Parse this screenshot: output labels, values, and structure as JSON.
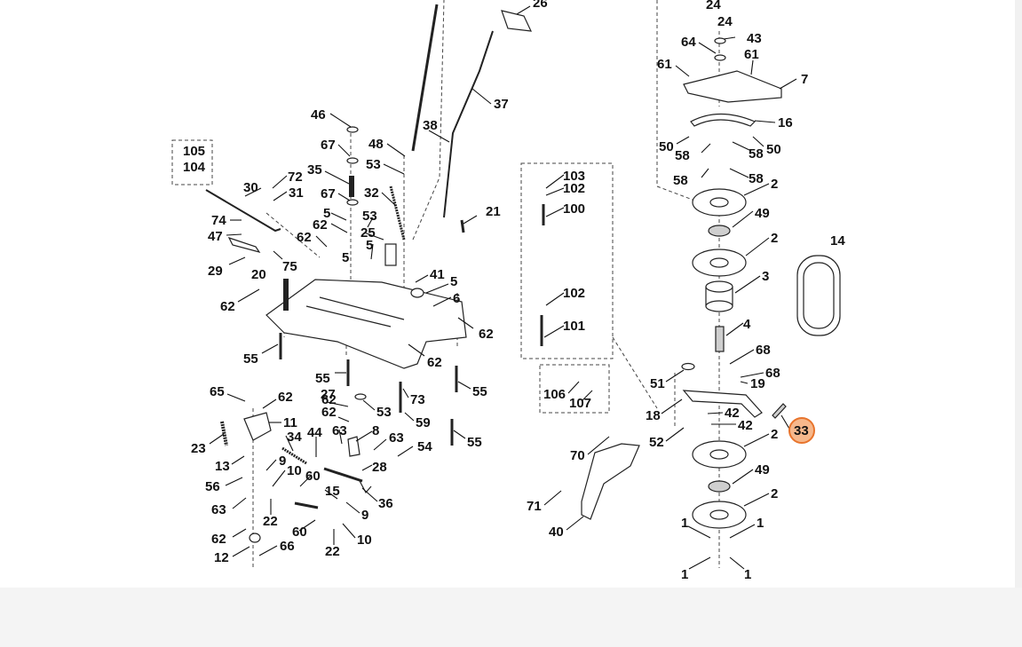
{
  "diagram": {
    "highlighted_part": "33",
    "labels": [
      "26",
      "24",
      "24",
      "64",
      "43",
      "61",
      "61",
      "7",
      "16",
      "50",
      "50",
      "58",
      "58",
      "58",
      "58",
      "2",
      "49",
      "2",
      "3",
      "4",
      "14",
      "68",
      "68",
      "19",
      "51",
      "18",
      "42",
      "42",
      "33",
      "2",
      "52",
      "70",
      "49",
      "2",
      "71",
      "40",
      "1",
      "1",
      "1",
      "1",
      "37",
      "38",
      "46",
      "67",
      "48",
      "53",
      "35",
      "67",
      "32",
      "105",
      "104",
      "30",
      "72",
      "31",
      "74",
      "47",
      "62",
      "5",
      "62",
      "5",
      "53",
      "25",
      "21",
      "29",
      "75",
      "5",
      "41",
      "5",
      "6",
      "20",
      "62",
      "62",
      "62",
      "55",
      "55",
      "55",
      "55",
      "62",
      "65",
      "62",
      "11",
      "23",
      "27",
      "73",
      "62",
      "53",
      "63",
      "8",
      "59",
      "63",
      "34",
      "13",
      "9",
      "44",
      "54",
      "28",
      "56",
      "10",
      "60",
      "63",
      "15",
      "36",
      "9",
      "62",
      "22",
      "60",
      "10",
      "12",
      "66",
      "22",
      "103",
      "102",
      "100",
      "102",
      "101",
      "106",
      "107"
    ]
  }
}
